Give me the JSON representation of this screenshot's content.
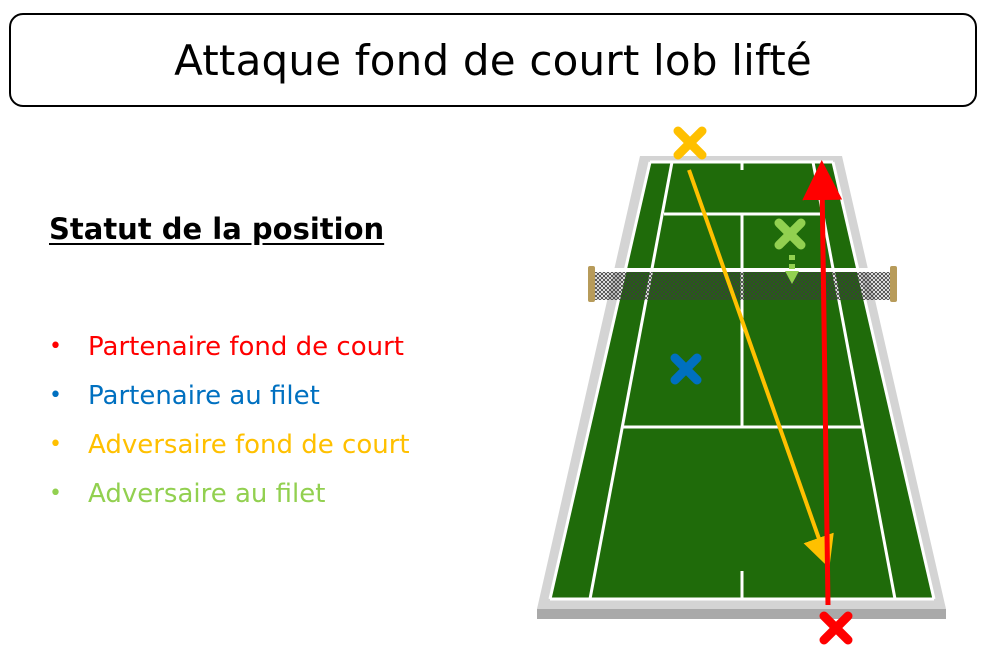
{
  "title": "Attaque fond de court lob lifté",
  "legend": {
    "heading": "Statut de la position",
    "items": [
      {
        "label": "Partenaire fond de court",
        "color": "#ff0000"
      },
      {
        "label": "Partenaire au filet",
        "color": "#0070c0"
      },
      {
        "label": "Adversaire fond de court",
        "color": "#ffc000"
      },
      {
        "label": "Adversaire au filet",
        "color": "#92d050"
      }
    ]
  },
  "colors": {
    "court_green": "#1f6b0a",
    "court_surround": "#d4d4d4",
    "lines": "#ffffff",
    "partner_back": "#ff0000",
    "partner_net": "#0070c0",
    "opponent_back": "#ffc000",
    "opponent_net": "#92d050"
  },
  "markers": [
    {
      "role": "adversaire-fond-de-court",
      "symbol": "cross-icon",
      "color": "#ffc000"
    },
    {
      "role": "adversaire-au-filet",
      "symbol": "cross-icon",
      "color": "#92d050"
    },
    {
      "role": "partenaire-au-filet",
      "symbol": "cross-icon",
      "color": "#0070c0"
    },
    {
      "role": "partenaire-fond-de-court",
      "symbol": "cross-icon",
      "color": "#ff0000"
    }
  ],
  "trajectories": [
    {
      "role": "lob-lifte",
      "color": "#ffc000",
      "style": "solid arrow"
    },
    {
      "role": "deplacement-partenaire",
      "color": "#ff0000",
      "style": "solid arrow"
    },
    {
      "role": "deplacement-adversaire-filet",
      "color": "#92d050",
      "style": "dotted arrow"
    }
  ]
}
